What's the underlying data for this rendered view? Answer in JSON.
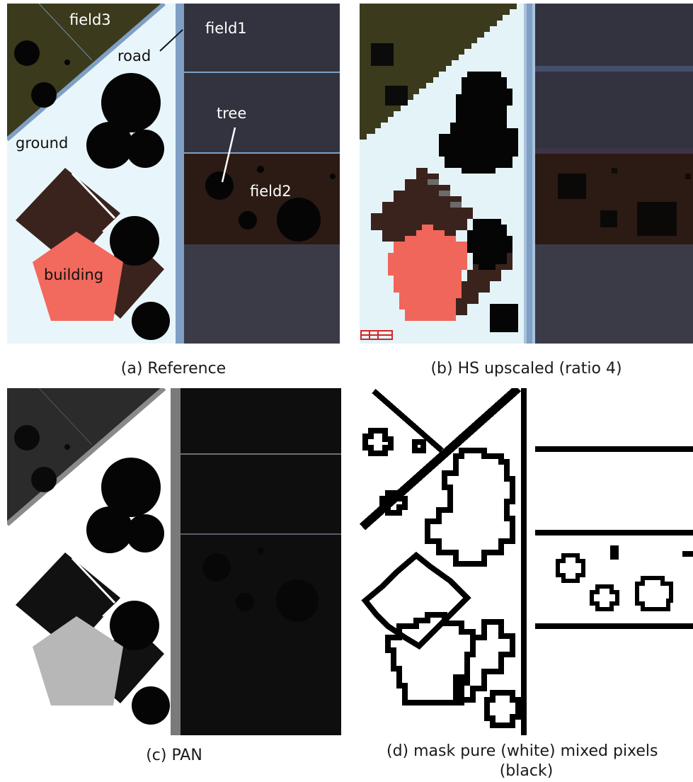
{
  "figure": {
    "panels": [
      {
        "id": "a",
        "caption": "(a) Reference",
        "labels": {
          "field3": "field3",
          "field1": "field1",
          "road": "road",
          "tree": "tree",
          "ground": "ground",
          "field2": "field2",
          "building": "building"
        }
      },
      {
        "id": "b",
        "caption": "(b) HS upscaled (ratio 4)"
      },
      {
        "id": "c",
        "caption": "(c) PAN"
      },
      {
        "id": "d",
        "caption_line1": "(d) mask pure (white) mixed pixels",
        "caption_line2": "(black)"
      }
    ],
    "colors": {
      "field3": "#3b3a1c",
      "ground": "#e8f6fb",
      "road": "#7f9fc4",
      "field1": "#33333f",
      "field2": "#2c1a14",
      "field_bottom": "#3b3b47",
      "tree": "#050505",
      "soil": "#3a231d",
      "building": "#f26a5d",
      "pan_dark": "#0e0e0e",
      "pan_field3": "#2b2b2b",
      "pan_road": "#8a8a8a",
      "pan_building": "#b7b7b7"
    }
  }
}
